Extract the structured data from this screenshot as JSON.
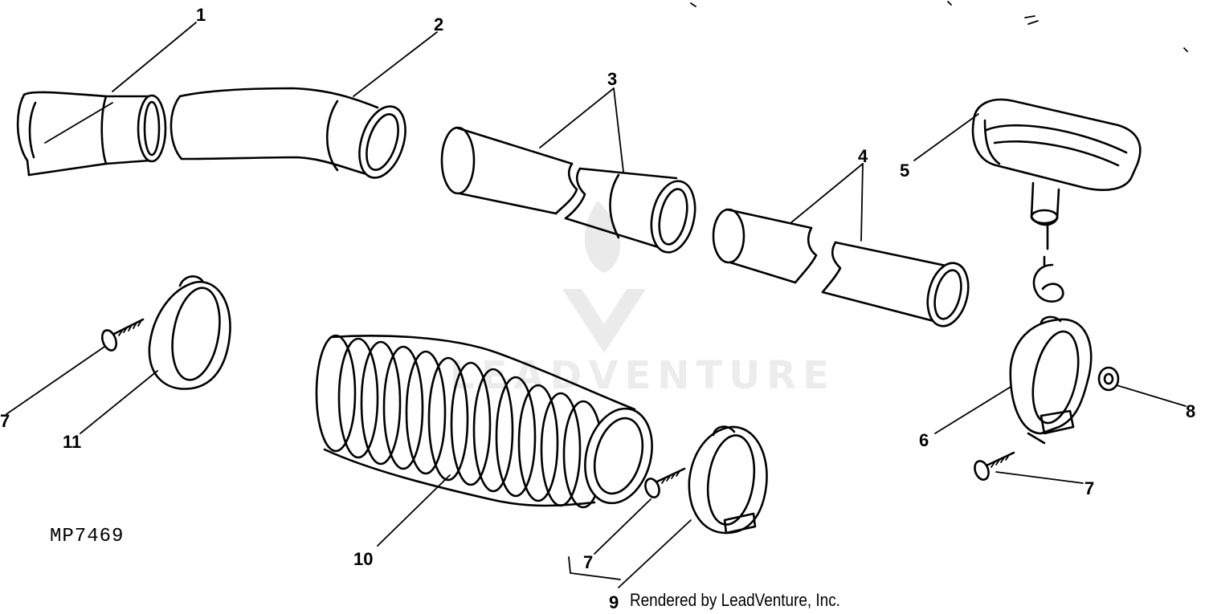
{
  "diagram": {
    "drawing_number": "MP7469",
    "credit": "Rendered by LeadVenture, Inc.",
    "watermark_text": "LEADVENTURE",
    "callouts": {
      "c1": "1",
      "c2": "2",
      "c3": "3",
      "c4": "4",
      "c5": "5",
      "c6": "6",
      "c7a": "7",
      "c7b": "7",
      "c7c": "7",
      "c8": "8",
      "c9": "9",
      "c10": "10",
      "c11": "11"
    }
  }
}
